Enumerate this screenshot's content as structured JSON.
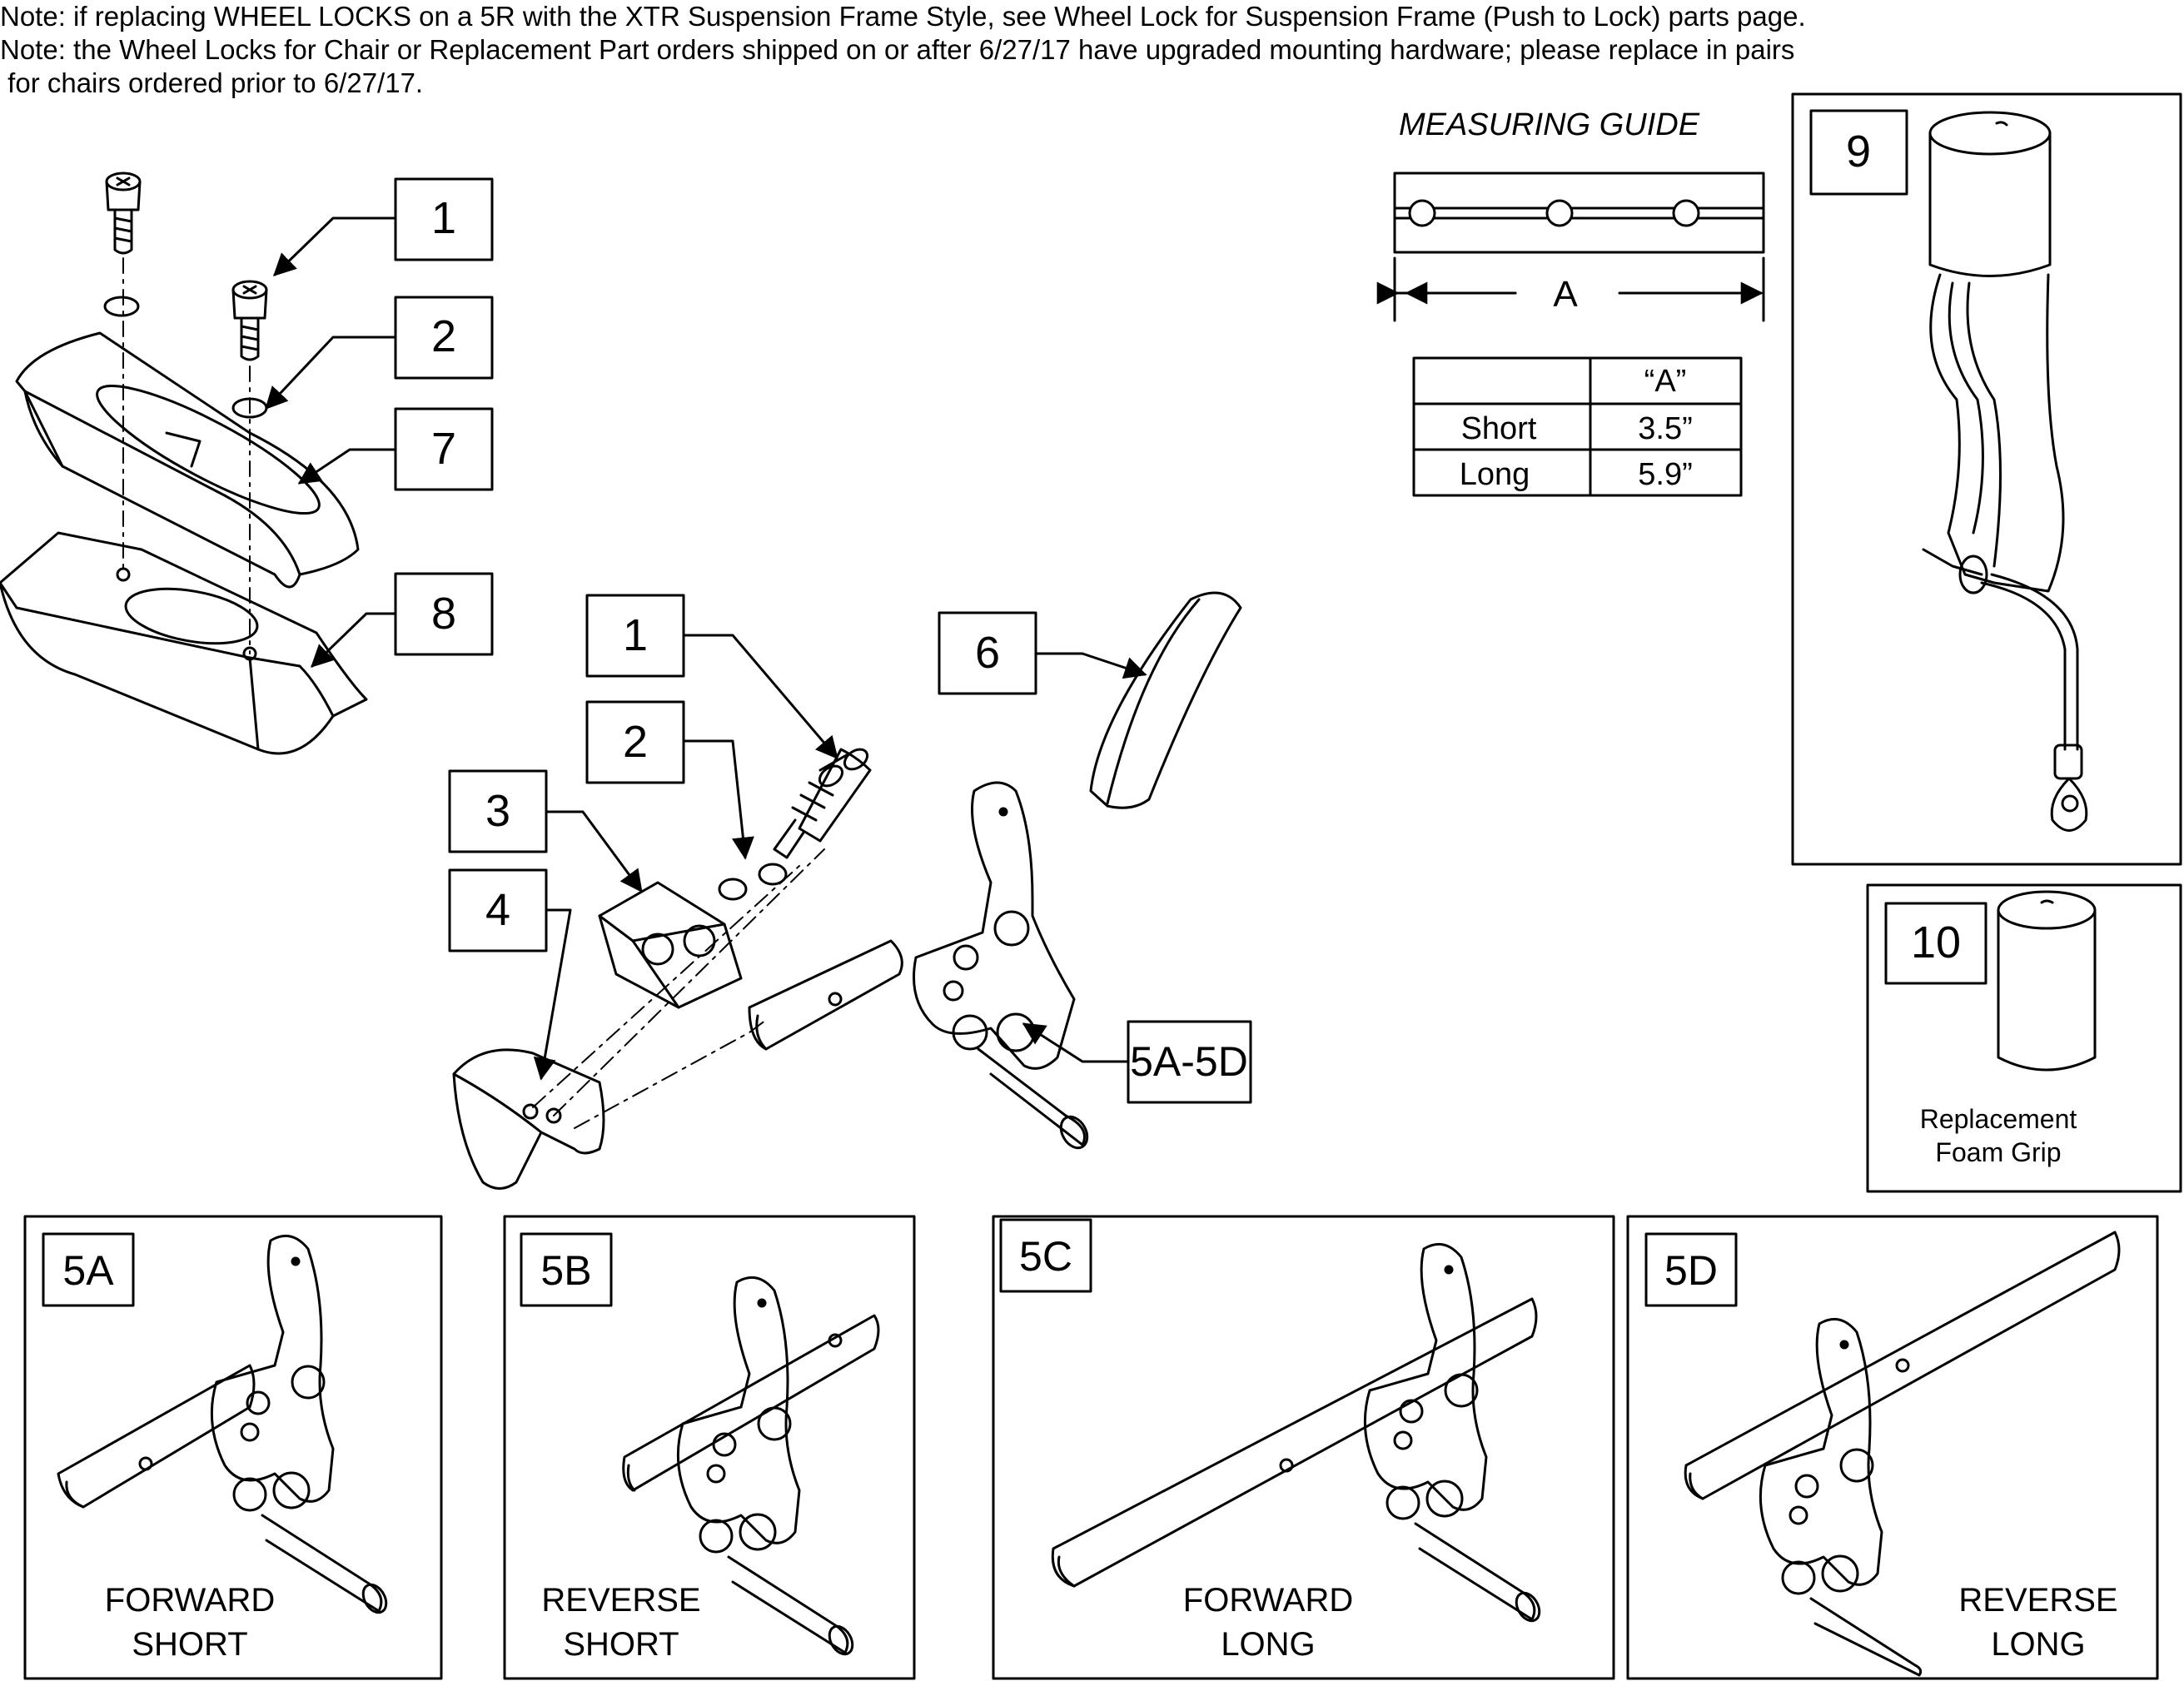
{
  "notes": [
    "Note: if replacing WHEEL LOCKS on a 5R with the XTR Suspension Frame Style, see Wheel Lock for Suspension Frame (Push to Lock) parts page.",
    "Note: the Wheel Locks for Chair or Replacement Part orders shipped on or after 6/27/17 have upgraded mounting hardware; please replace in pairs",
    " for chairs ordered prior to 6/27/17."
  ],
  "measuring_guide": {
    "title": "MEASURING GUIDE",
    "dimension_label": "A",
    "table": {
      "header": [
        "",
        "“A”"
      ],
      "rows": [
        [
          "Short",
          "3.5”"
        ],
        [
          "Long",
          "5.9”"
        ]
      ]
    }
  },
  "callouts": {
    "c1_top": "1",
    "c2_top": "2",
    "c7": "7",
    "c8": "8",
    "c1_mid": "1",
    "c2_mid": "2",
    "c3": "3",
    "c4": "4",
    "c6": "6",
    "c5": "5A-5D",
    "c9": "9",
    "c10": "10"
  },
  "replacement_label": [
    "Replacement",
    "Foam Grip"
  ],
  "variants": [
    {
      "id": "5A",
      "line1": "FORWARD",
      "line2": "SHORT"
    },
    {
      "id": "5B",
      "line1": "REVERSE",
      "line2": "SHORT"
    },
    {
      "id": "5C",
      "line1": "FORWARD",
      "line2": "LONG"
    },
    {
      "id": "5D",
      "line1": "REVERSE",
      "line2": "LONG"
    }
  ]
}
